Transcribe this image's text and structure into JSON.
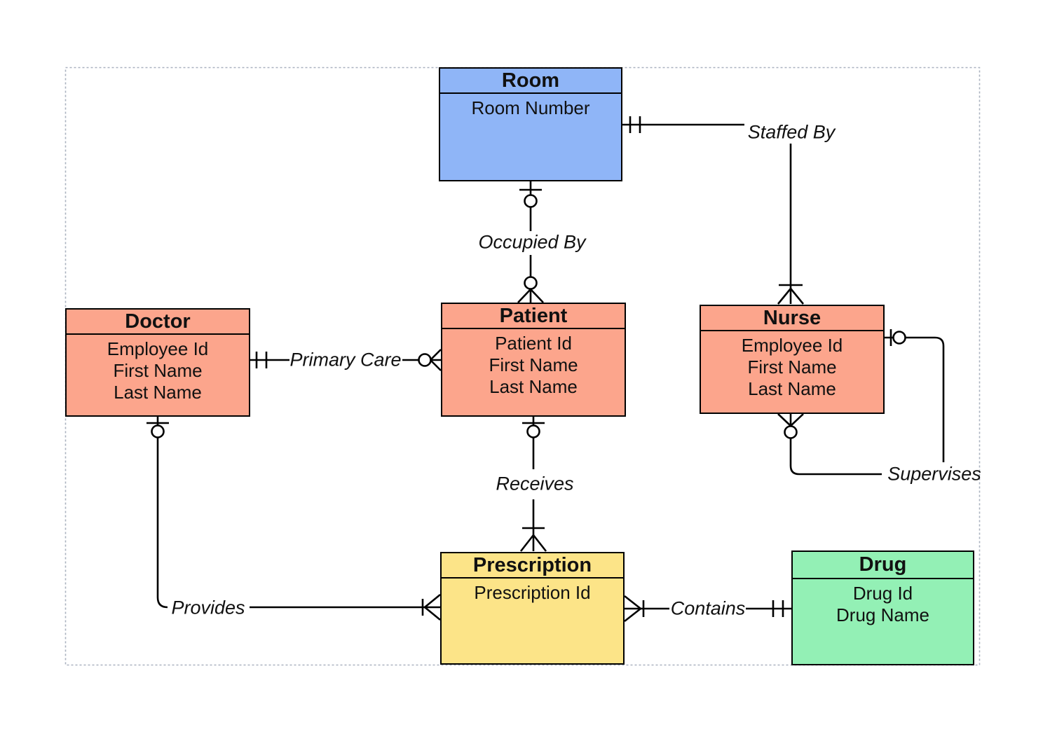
{
  "diagram_type": "entity-relationship-diagram",
  "colors": {
    "room_fill": "#8FB5F7",
    "people_fill": "#FCA58C",
    "prescription_fill": "#FCE488",
    "drug_fill": "#93F0B5",
    "line": "#000000",
    "canvas_dash_border": "#AAB2BF",
    "background": "#FFFFFF"
  },
  "entities": {
    "room": {
      "title": "Room",
      "attributes": [
        "Room Number"
      ],
      "fill": "#8FB5F7"
    },
    "doctor": {
      "title": "Doctor",
      "attributes": [
        "Employee Id",
        "First Name",
        "Last Name"
      ],
      "fill": "#FCA58C"
    },
    "patient": {
      "title": "Patient",
      "attributes": [
        "Patient Id",
        "First Name",
        "Last Name"
      ],
      "fill": "#FCA58C"
    },
    "nurse": {
      "title": "Nurse",
      "attributes": [
        "Employee Id",
        "First Name",
        "Last Name"
      ],
      "fill": "#FCA58C"
    },
    "prescription": {
      "title": "Prescription",
      "attributes": [
        "Prescription Id"
      ],
      "fill": "#FCE488"
    },
    "drug": {
      "title": "Drug",
      "attributes": [
        "Drug Id",
        "Drug Name"
      ],
      "fill": "#93F0B5"
    }
  },
  "relationships": [
    {
      "label": "Staffed By",
      "from": "Room",
      "to": "Nurse",
      "from_cardinality": "one-and-only-one",
      "to_cardinality": "one-or-many"
    },
    {
      "label": "Occupied By",
      "from": "Room",
      "to": "Patient",
      "from_cardinality": "zero-or-one",
      "to_cardinality": "zero-or-many"
    },
    {
      "label": "Primary Care",
      "from": "Doctor",
      "to": "Patient",
      "from_cardinality": "one-and-only-one",
      "to_cardinality": "zero-or-many"
    },
    {
      "label": "Receives",
      "from": "Patient",
      "to": "Prescription",
      "from_cardinality": "zero-or-one",
      "to_cardinality": "one-or-many"
    },
    {
      "label": "Provides",
      "from": "Doctor",
      "to": "Prescription",
      "from_cardinality": "zero-or-one",
      "to_cardinality": "one-or-many"
    },
    {
      "label": "Contains",
      "from": "Prescription",
      "to": "Drug",
      "from_cardinality": "one-or-many",
      "to_cardinality": "one-and-only-one"
    },
    {
      "label": "Supervises",
      "from": "Nurse",
      "to": "Nurse",
      "from_cardinality": "zero-or-one",
      "to_cardinality": "zero-or-many"
    }
  ]
}
